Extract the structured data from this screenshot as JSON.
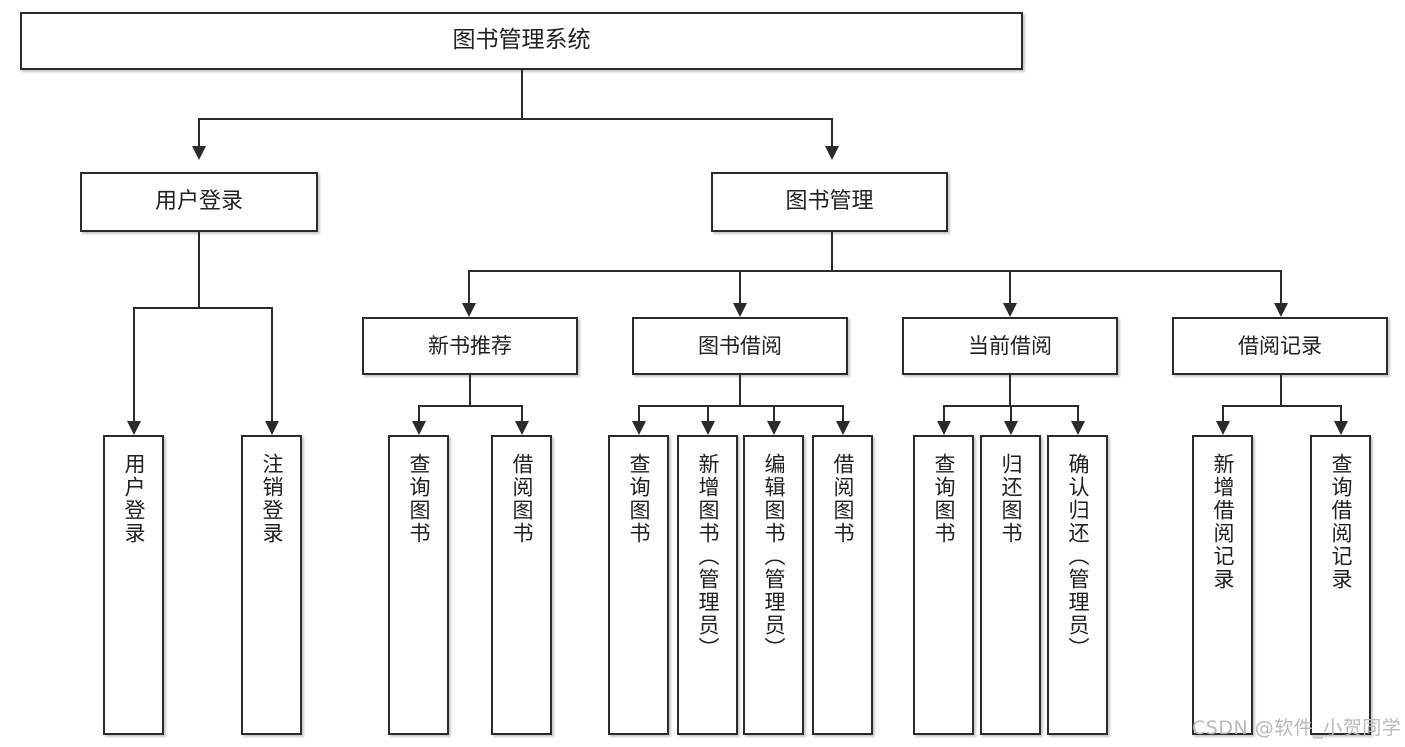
{
  "diagram": {
    "type": "tree",
    "title": "图书管理系统",
    "root": {
      "label": "图书管理系统"
    },
    "level2": [
      {
        "label": "用户登录"
      },
      {
        "label": "图书管理"
      }
    ],
    "level3": [
      {
        "label": "新书推荐"
      },
      {
        "label": "图书借阅"
      },
      {
        "label": "当前借阅"
      },
      {
        "label": "借阅记录"
      }
    ],
    "leaves": {
      "user_login": [
        {
          "label": "用户登录"
        },
        {
          "label": "注销登录"
        }
      ],
      "new_book_recommend": [
        {
          "label": "查询图书"
        },
        {
          "label": "借阅图书"
        }
      ],
      "book_borrow": [
        {
          "label": "查询图书"
        },
        {
          "label": "新增图书（管理员）"
        },
        {
          "label": "编辑图书（管理员）"
        },
        {
          "label": "借阅图书"
        }
      ],
      "current_borrow": [
        {
          "label": "查询图书"
        },
        {
          "label": "归还图书"
        },
        {
          "label": "确认归还（管理员）"
        }
      ],
      "borrow_record": [
        {
          "label": "新增借阅记录"
        },
        {
          "label": "查询借阅记录"
        }
      ]
    }
  },
  "watermark": {
    "text": "CSDN @软件_小贺同学"
  },
  "colors": {
    "stroke": "#2b2b2b",
    "fill": "#ffffff",
    "text": "#1f1f1f",
    "watermark": "#b9b9b9"
  }
}
